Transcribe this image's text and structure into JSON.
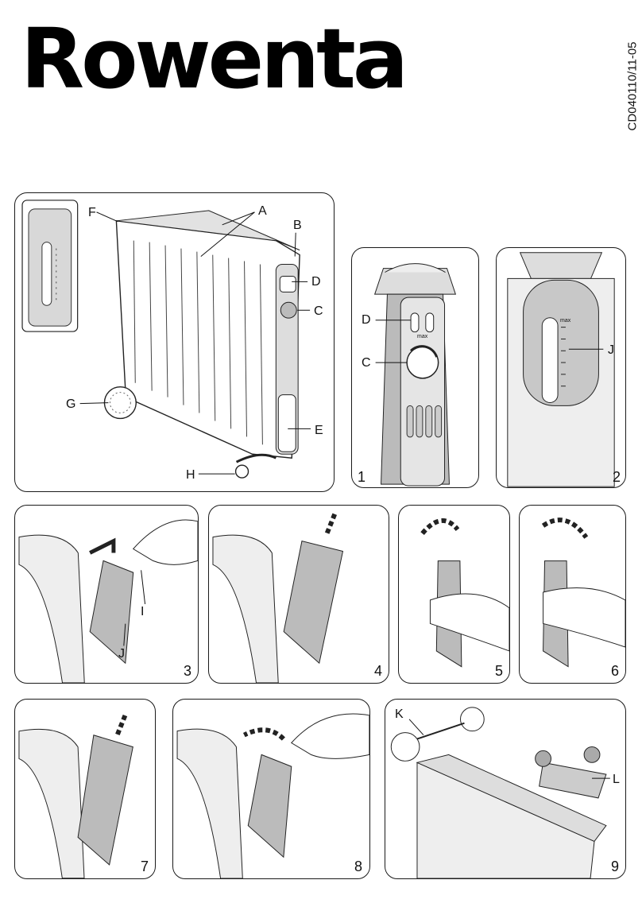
{
  "brand": "Rowenta",
  "doc_code": "CD040110/11-05",
  "overview": {
    "labels": {
      "A": "A",
      "B": "B",
      "C": "C",
      "D": "D",
      "E": "E",
      "F": "F",
      "G": "G",
      "H": "H"
    }
  },
  "figures": [
    {
      "number": "1",
      "labels": [
        "D",
        "C"
      ],
      "knob_text": "max"
    },
    {
      "number": "2",
      "labels": [
        "J"
      ],
      "scale_text": "max"
    },
    {
      "number": "3",
      "labels": [
        "I",
        "J"
      ]
    },
    {
      "number": "4"
    },
    {
      "number": "5"
    },
    {
      "number": "6"
    },
    {
      "number": "7"
    },
    {
      "number": "8"
    },
    {
      "number": "9",
      "labels": [
        "K",
        "L"
      ]
    }
  ]
}
